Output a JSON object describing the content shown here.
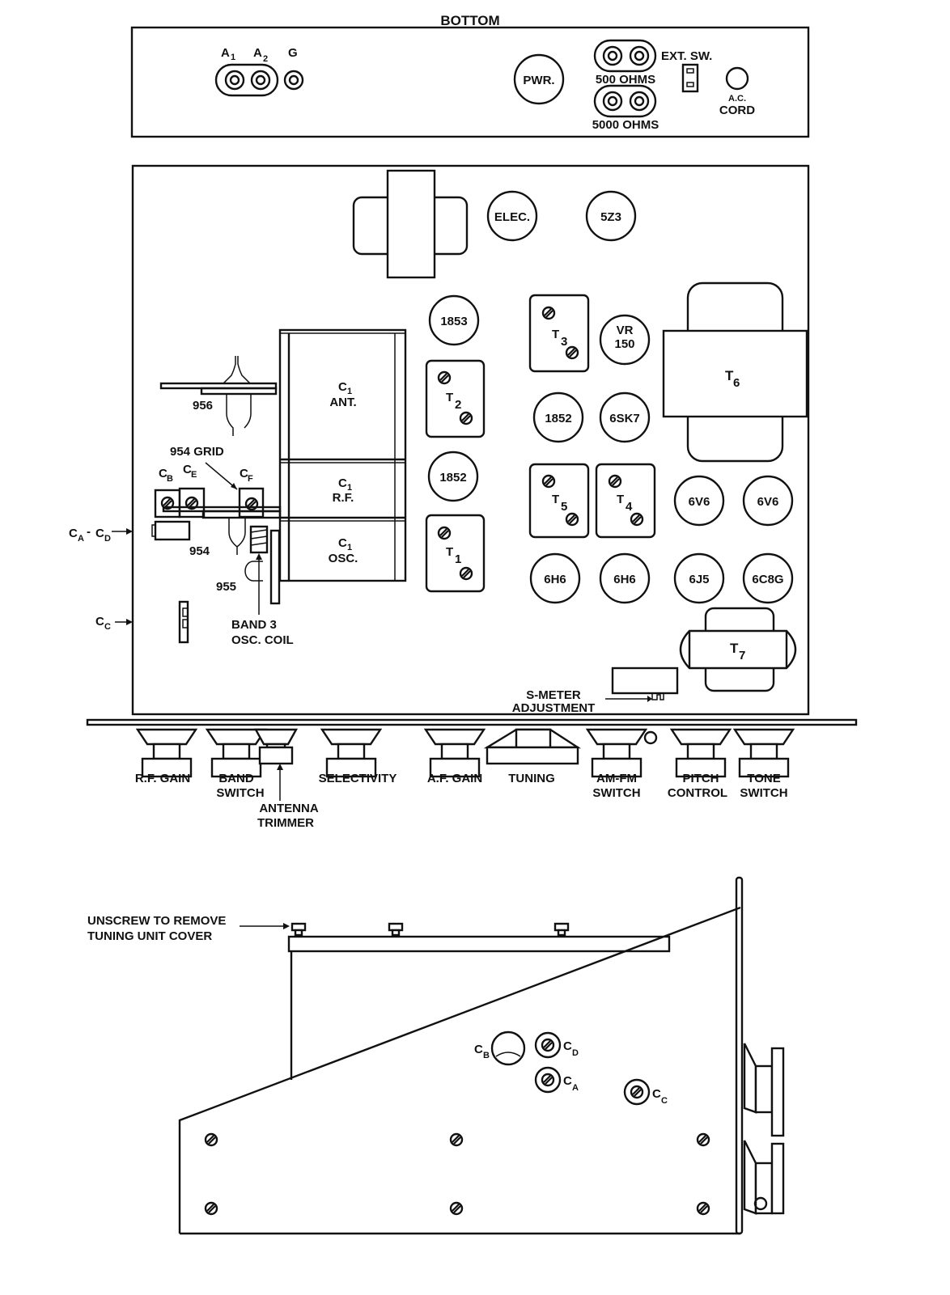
{
  "bottom_panel": {
    "title": "BOTTOM",
    "antenna_terminals": {
      "a1": "A",
      "a1_sub": "1",
      "a2": "A",
      "a2_sub": "2",
      "g": "G"
    },
    "power_label": "PWR.",
    "ext_sw_label": "EXT. SW.",
    "ohms_500_label": "500 OHMS",
    "ohms_5000_label": "5000 OHMS",
    "ac_cord_line1": "A.C.",
    "ac_cord_line2": "CORD"
  },
  "chassis_top": {
    "tubes": [
      {
        "id": "elec",
        "label": "ELEC."
      },
      {
        "id": "5z3",
        "label": "5Z3"
      },
      {
        "id": "1853",
        "label": "1853"
      },
      {
        "id": "vr150",
        "label_line1": "VR",
        "label_line2": "150"
      },
      {
        "id": "1852a",
        "label": "1852"
      },
      {
        "id": "6sk7",
        "label": "6SK7"
      },
      {
        "id": "1852b",
        "label": "1852"
      },
      {
        "id": "6v6a",
        "label": "6V6"
      },
      {
        "id": "6v6b",
        "label": "6V6"
      },
      {
        "id": "6h6a",
        "label": "6H6"
      },
      {
        "id": "6h6b",
        "label": "6H6"
      },
      {
        "id": "6j5",
        "label": "6J5"
      },
      {
        "id": "6c8g",
        "label": "6C8G"
      }
    ],
    "transformers": {
      "t1": {
        "main": "T",
        "sub": "1"
      },
      "t2": {
        "main": "T",
        "sub": "2"
      },
      "t3": {
        "main": "T",
        "sub": "3"
      },
      "t4": {
        "main": "T",
        "sub": "4"
      },
      "t5": {
        "main": "T",
        "sub": "5"
      },
      "t6": {
        "main": "T",
        "sub": "6"
      },
      "t7": {
        "main": "T",
        "sub": "7"
      }
    },
    "gang_capacitor": [
      {
        "main": "C",
        "sub": "1",
        "line2": "ANT."
      },
      {
        "main": "C",
        "sub": "1",
        "line2": "R.F."
      },
      {
        "main": "C",
        "sub": "1",
        "line2": "OSC."
      }
    ],
    "tube_956": "956",
    "tube_954": "954",
    "tube_955": "955",
    "grid_954": "954 GRID",
    "trimmers": {
      "cb": {
        "main": "C",
        "sub": "B"
      },
      "ce": {
        "main": "C",
        "sub": "E"
      },
      "cf": {
        "main": "C",
        "sub": "F"
      }
    },
    "ca_cd": {
      "c1": "C",
      "s1": "A",
      "dash": "-",
      "c2": "C",
      "s2": "D"
    },
    "cc": {
      "main": "C",
      "sub": "C"
    },
    "band3_line1": "BAND 3",
    "band3_line2": "OSC. COIL",
    "smeter_line1": "S-METER",
    "smeter_line2": "ADJUSTMENT"
  },
  "front_controls": [
    {
      "line1": "R.F. GAIN",
      "line2": ""
    },
    {
      "line1": "BAND",
      "line2": "SWITCH"
    },
    {
      "line1": "SELECTIVITY",
      "line2": ""
    },
    {
      "line1": "A.F. GAIN",
      "line2": ""
    },
    {
      "line1": "TUNING",
      "line2": ""
    },
    {
      "line1": "AM-FM",
      "line2": "SWITCH"
    },
    {
      "line1": "PITCH",
      "line2": "CONTROL"
    },
    {
      "line1": "TONE",
      "line2": "SWITCH"
    }
  ],
  "antenna_trimmer": {
    "line1": "ANTENNA",
    "line2": "TRIMMER"
  },
  "side_view": {
    "note_line1": "UNSCREW TO REMOVE",
    "note_line2": "TUNING UNIT COVER",
    "cb": {
      "main": "C",
      "sub": "B"
    },
    "cd": {
      "main": "C",
      "sub": "D"
    },
    "ca": {
      "main": "C",
      "sub": "A"
    },
    "cc": {
      "main": "C",
      "sub": "C"
    }
  }
}
